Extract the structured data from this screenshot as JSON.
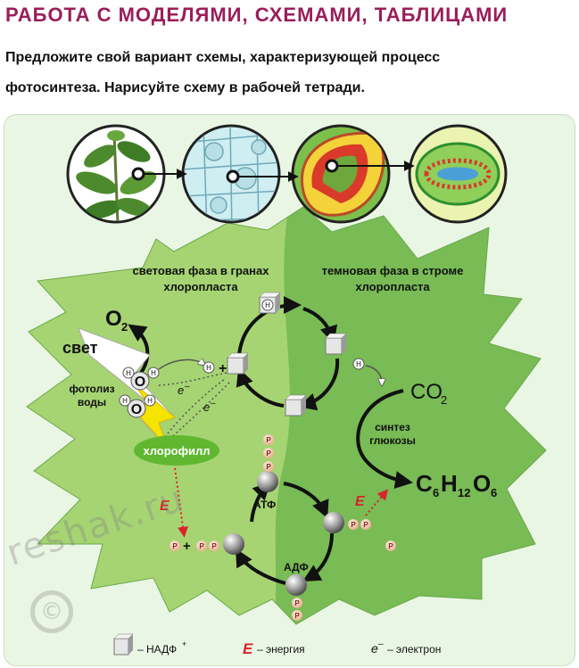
{
  "heading": "Работа с моделями, схемами, таблицами",
  "task": {
    "line1": "Предложите свой вариант схемы, характеризующей процесс",
    "line2": "фотосинтеза. Нарисуйте схему в рабочей тетради."
  },
  "diagram": {
    "light_phase": [
      "световая фаза в гранах",
      "хлоропласта"
    ],
    "dark_phase": [
      "темновая фаза в строме",
      "хлоропласта"
    ],
    "o2": "O",
    "o2_sub": "2",
    "light": "свет",
    "photolysis": [
      "фотолиз",
      "воды"
    ],
    "hydrogen": "H",
    "oxygen": "O",
    "plus": "+",
    "electron": "e",
    "electron_sup": "–",
    "chlorophyll": "хлорофилл",
    "energy_letter": "E",
    "phosphate": "P",
    "atp": "АТФ",
    "adp": "АДФ",
    "co2": "CO",
    "co2_sub": "2",
    "glucose_synthesis": [
      "синтез",
      "глюкозы"
    ],
    "glucose": {
      "c": "C",
      "c_sub": "6",
      "h": "H",
      "h_sub": "12",
      "o": "O",
      "o_sub": "6"
    }
  },
  "legend": {
    "nadp": "– НАДФ",
    "nadp_sup": "+",
    "energy": "– энергия",
    "electron_label": "– электрон"
  },
  "watermark": "reshak.ru",
  "copyright": "©",
  "colors": {
    "heading": "#9a1e5a",
    "light_leaf": "#a6d472",
    "dark_leaf": "#79bb55",
    "energy_red": "#d8232a",
    "phosphate_pink": "#f2c7b0",
    "chlorophyll_green": "#5fb830"
  }
}
